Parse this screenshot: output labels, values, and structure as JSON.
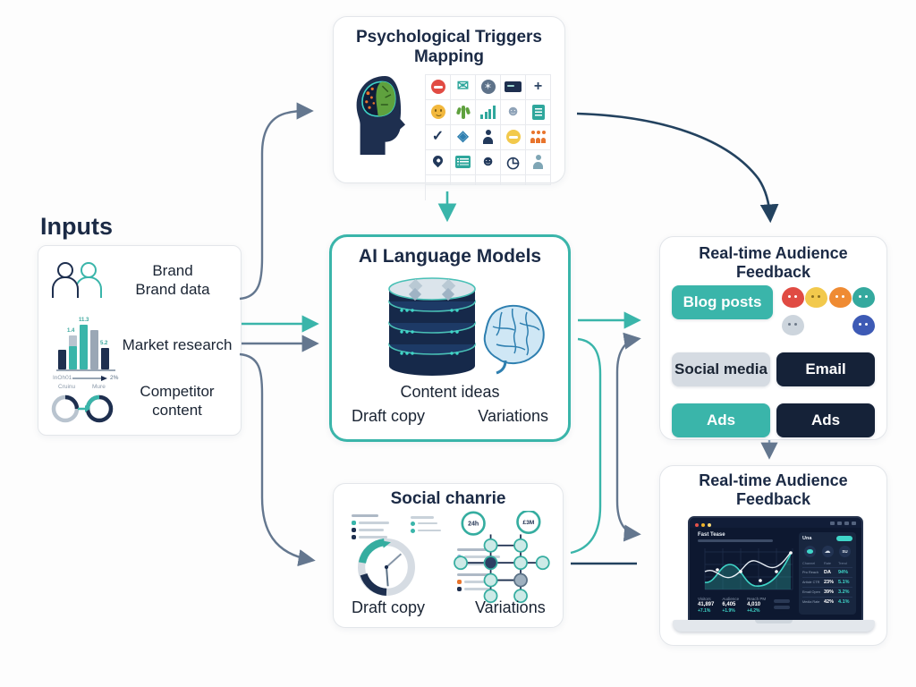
{
  "palette": {
    "teal": "#3AB5AA",
    "navy_text": "#1B2A45",
    "gray_arrow": "#64778F",
    "navy_arrow": "#23425F",
    "light_button": "#D5DBE2",
    "dark_button": "#152238"
  },
  "inputs": {
    "heading": "Inputs",
    "items": [
      {
        "label_line1": "Brand",
        "label_line2": "Brand data"
      },
      {
        "label_line1": "Market research",
        "label_line2": ""
      },
      {
        "label_line1": "Competitor",
        "label_line2": "content"
      }
    ],
    "bar_labels": [
      "1.4",
      "11.3",
      "5.2"
    ],
    "competitor_caption": {
      "left": "InOh01",
      "pct": "2%",
      "sub_left": "Cruinu",
      "sub_right": "Mure"
    }
  },
  "psych": {
    "title_line1": "Psychological Triggers",
    "title_line2": "Mapping",
    "grid": [
      {
        "kind": "minus-circle",
        "color": "#E14B43"
      },
      {
        "kind": "glyph",
        "glyph": "✉",
        "color": "#2FA79C"
      },
      {
        "kind": "globe",
        "color": "#5E7289"
      },
      {
        "kind": "screen",
        "color": "#1E2F4F"
      },
      {
        "kind": "glyph",
        "glyph": "+",
        "color": "#2E4565"
      },
      {
        "kind": "smiley",
        "color": "#F2B83D"
      },
      {
        "kind": "cactus",
        "color": "#5FA13E"
      },
      {
        "kind": "bars",
        "color": "#2FA79C"
      },
      {
        "kind": "face",
        "glyph": "☻",
        "color": "#8FA3B8"
      },
      {
        "kind": "doc",
        "color": "#2FA79C"
      },
      {
        "kind": "glyph",
        "glyph": "✓",
        "color": "#22395B"
      },
      {
        "kind": "glyph",
        "glyph": "◈",
        "color": "#2E7FB0"
      },
      {
        "kind": "person",
        "color": "#22395B"
      },
      {
        "kind": "minus-circle",
        "color": "#F2C94C"
      },
      {
        "kind": "group",
        "color": "#E8742C"
      },
      {
        "kind": "pin",
        "color": "#22395B"
      },
      {
        "kind": "list",
        "color": "#2FA79C"
      },
      {
        "kind": "face",
        "glyph": "☻",
        "color": "#22395B"
      },
      {
        "kind": "clock",
        "glyph": "◷",
        "color": "#22395B"
      },
      {
        "kind": "person",
        "color": "#7FA6B5"
      }
    ]
  },
  "ai": {
    "title": "AI Language Models",
    "content_label": "Content ideas",
    "draft_label": "Draft copy",
    "variations_label": "Variations"
  },
  "feedback_top": {
    "title_line1": "Real-time Audience",
    "title_line2": "Feedback",
    "buttons": [
      {
        "label": "Blog posts",
        "variant": "teal"
      },
      {
        "label": "Social media",
        "variant": "gray"
      },
      {
        "label": "Email",
        "variant": "navy"
      },
      {
        "label": "Ads",
        "variant": "teal"
      },
      {
        "label": "Ads",
        "variant": "navy"
      }
    ],
    "bubbles": [
      {
        "bg": "#E04B43",
        "eye": "#ffffff"
      },
      {
        "bg": "#F2C94C",
        "eye": "#8a6d1f"
      },
      {
        "bg": "#EF8B33",
        "eye": "#ffffff"
      },
      {
        "bg": "#34A99E",
        "eye": "#ffffff"
      },
      {
        "bg": "#CDD5DD",
        "eye": "#6d7a8a"
      },
      {
        "bg": "#3D5AB5",
        "eye": "#ffffff"
      }
    ]
  },
  "social": {
    "title": "Social chanrie",
    "draft_label": "Draft copy",
    "variations_label": "Variations",
    "badge1": "24h",
    "badge2": "£3M"
  },
  "feedback_bottom": {
    "title_line1": "Real-time Audience",
    "title_line2": "Feedback",
    "screen": {
      "chart_title": "Fast Tease",
      "stats": [
        {
          "label": "Visitors",
          "value": "41,897",
          "delta": "+7.1%"
        },
        {
          "label": "Audience",
          "value": "6,405",
          "delta": "+1.9%"
        },
        {
          "label": "Reach PM",
          "value": "4,010",
          "delta": "+4.2%"
        }
      ],
      "panel": {
        "title": "Una",
        "headers": [
          "Channel",
          "Rate",
          "Trend"
        ],
        "rows": [
          {
            "label": "Pro Reach",
            "v1": "DA",
            "v2": "94%"
          },
          {
            "label": "Article CTR",
            "v1": "23%",
            "v2": "5.1%"
          },
          {
            "label": "Email Open",
            "v1": "39%",
            "v2": "3.2%"
          },
          {
            "label": "Media Rate",
            "v1": "42%",
            "v2": "4.1%"
          }
        ],
        "circle3_text": "SU"
      }
    }
  }
}
